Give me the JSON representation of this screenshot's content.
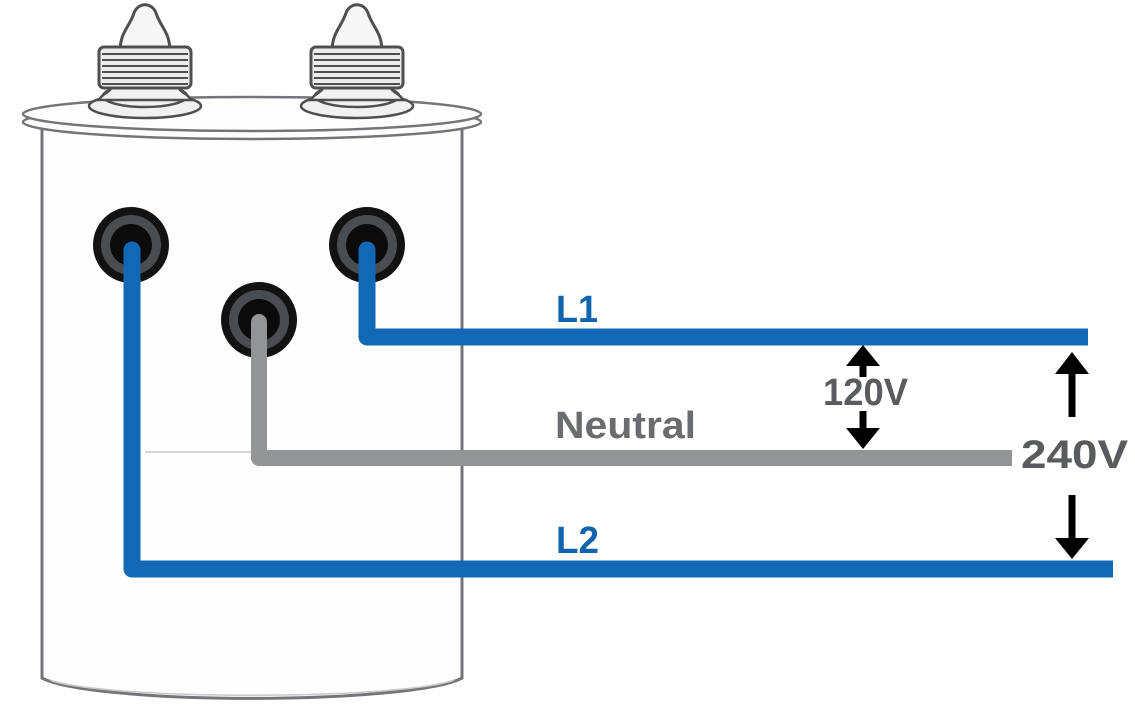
{
  "colors": {
    "wire-blue": "#1268b4",
    "wire-gray": "#939496",
    "label-blue": "#1164ae",
    "label-gray": "#6b6c6f",
    "voltage-text": "#5a5b5e",
    "arrow-black": "#000000",
    "outline": "#747578",
    "outline-dark": "#4e4f51",
    "body-fill": "#fefefe",
    "bushing-fill": "#f1f1f1",
    "terminal-ring": "#4a4d50",
    "terminal-core": "#0b0b0b"
  },
  "wires": {
    "l1": {
      "label": "L1"
    },
    "neutral": {
      "label": "Neutral"
    },
    "l2": {
      "label": "L2"
    }
  },
  "voltages": {
    "line_to_neutral": {
      "label": "120V"
    },
    "line_to_line": {
      "label": "240V"
    }
  }
}
